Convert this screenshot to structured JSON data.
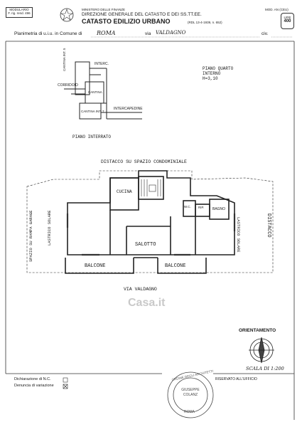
{
  "header": {
    "form_line1": "MODULARIO",
    "form_line2": "F. rig. rend. 496",
    "ministry": "MINISTERO DELLE FINANZE",
    "direction": "DIREZIONE GENERALE DEL CATASTO E DEI SS.TT.EE.",
    "title": "CATASTO EDILIZIO URBANO",
    "law": "(RDL 13-4-1939, n. 652)",
    "mod_label": "MOD. AN (CEU)",
    "lire_label": "LIRE",
    "lire_value": "400"
  },
  "location": {
    "prefix": "Planimetria di u.i.u. in Comune di",
    "comune": "ROMA",
    "via_label": "via",
    "via_value": "VALDAGNO",
    "civ_label": "civ."
  },
  "basement": {
    "interc": "INTERC.",
    "corridoio": "CORRIDOIO",
    "cantina": "CANTINA",
    "cantina_int": "CANTINA INT. 7",
    "cantina_int_left": "CANTINA INT. 5",
    "intercapedine": "INTERCAPEDINE",
    "piano": "PIANO INTERRATO"
  },
  "floor_info": {
    "line1": "PIANO QUARTO",
    "line2": "INTERNO",
    "line3": "H=3,10"
  },
  "plan": {
    "distacco_top": "DISTACCO SU SPAZIO CONDOMINIALE",
    "cucina": "CUCINA",
    "wc": "W.C.",
    "rip": "RIP.",
    "bagno": "BAGNO",
    "salotto": "SALOTTO",
    "balcone_left": "BALCONE",
    "balcone_right": "BALCONE",
    "spazio": "SPAZIO SU RAMPA GARAGE",
    "lastrico_left": "LASTRICO SOLARE",
    "lastrico_right": "LASTRICO SOLARE",
    "distacco_right": "DISTACCO",
    "street": "VIA VALDAGNO",
    "watermark": "Casa.it"
  },
  "orientation": {
    "label": "ORIENTAMENTO",
    "scale": "SCALA DI 1:200"
  },
  "footer": {
    "dichiarazione": "Dichiarazione di N.C.",
    "denuncia": "Denuncia di variazione",
    "riservato": "RISERVATO ALL'UFFICIO",
    "stamp_name": "GIUSEPPE COLANZ",
    "stamp_city": "ROMA",
    "stamp_arc": "ORDINE DEGLI ARCHITETTI"
  }
}
